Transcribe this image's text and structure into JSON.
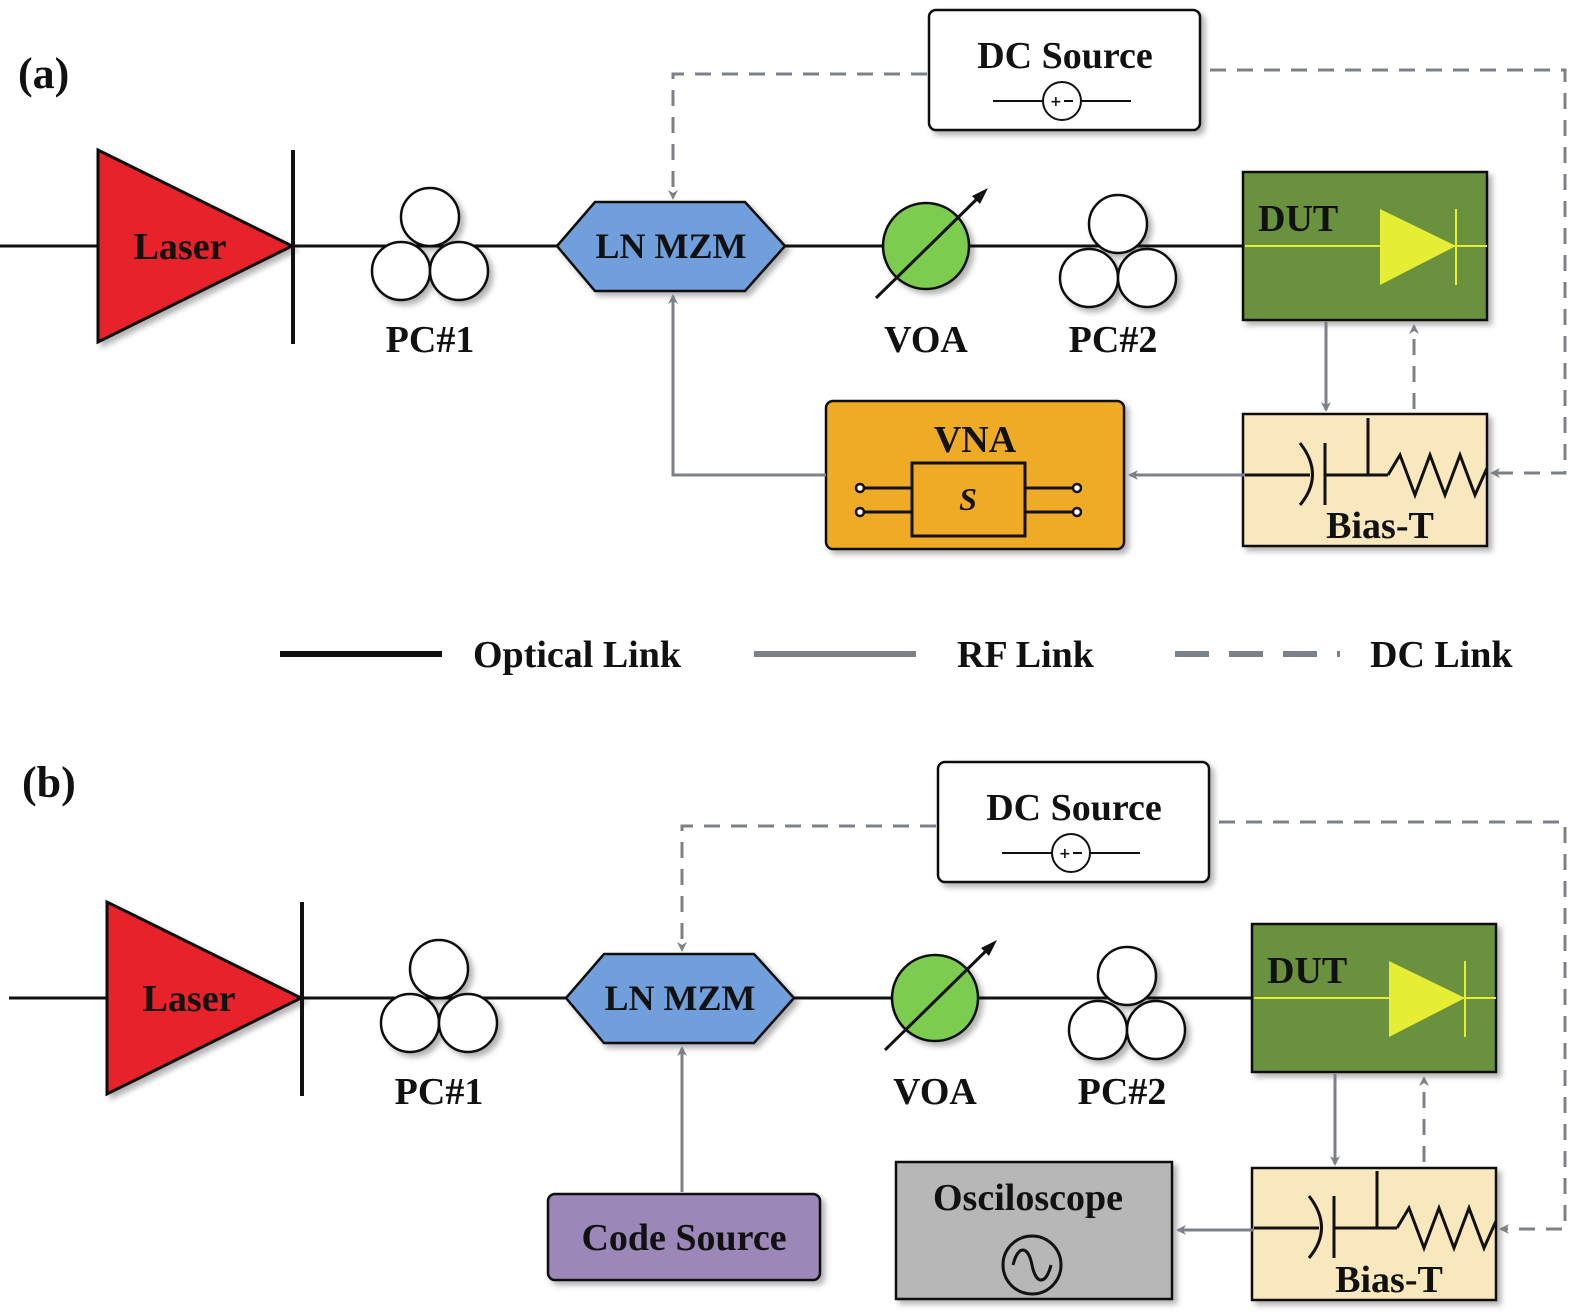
{
  "panels": [
    {
      "label": "(a)",
      "components": {
        "laser": "Laser",
        "pc1": "PC#1",
        "mzm": "LN MZM",
        "voa": "VOA",
        "pc2": "PC#2",
        "dut": "DUT",
        "dc_source": "DC Source",
        "bias_t": "Bias-T",
        "vna": "VNA",
        "vna_symbol": "S"
      }
    },
    {
      "label": "(b)",
      "components": {
        "laser": "Laser",
        "pc1": "PC#1",
        "mzm": "LN MZM",
        "voa": "VOA",
        "pc2": "PC#2",
        "dut": "DUT",
        "dc_source": "DC Source",
        "bias_t": "Bias-T",
        "code_source": "Code Source",
        "oscilloscope": "Osciloscope"
      }
    }
  ],
  "legend": [
    {
      "label": "Optical Link",
      "style": "solid-black"
    },
    {
      "label": "RF Link",
      "style": "solid-gray"
    },
    {
      "label": "DC Link",
      "style": "dashed-gray"
    }
  ],
  "colors": {
    "laser": "#e8212b",
    "mzm": "#6f9fdc",
    "voa": "#7ccc4f",
    "dut": "#6a913e",
    "diode": "#e6ed35",
    "bias_t": "#f9e7bd",
    "vna": "#f0ab26",
    "code_source": "#9b88b8",
    "oscilloscope": "#b7b7b7",
    "rf_link": "#7c8089",
    "optical_link": "#111111"
  }
}
